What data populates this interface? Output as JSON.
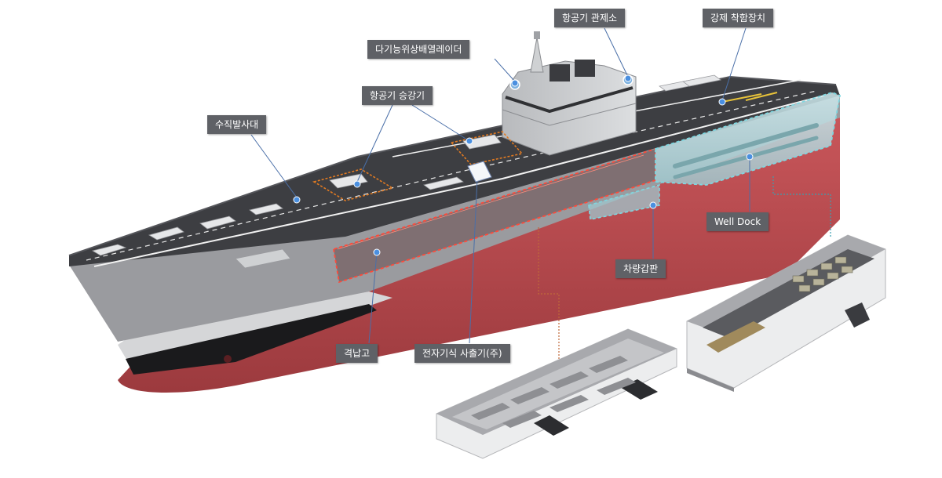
{
  "callouts": {
    "vls": "수직발사대",
    "elevator": "항공기 승강기",
    "aesa": "다기능위상배열레이더",
    "tower": "항공기 관제소",
    "arrest": "강제 착함장치",
    "welldock": "Well Dock",
    "ramp": "차량갑판",
    "hangar": "격납고",
    "catapult": "전자기식 사출기(주)"
  },
  "colors": {
    "hull_red": "#b8474b",
    "deck": "#3d3e42",
    "superstructure": "#c9cbce",
    "hangar_outline": "#ff4a3a",
    "welldock_outline": "#7fd7e0",
    "elevator_outline": "#e07a22",
    "callout_bg": "#5f6166"
  }
}
